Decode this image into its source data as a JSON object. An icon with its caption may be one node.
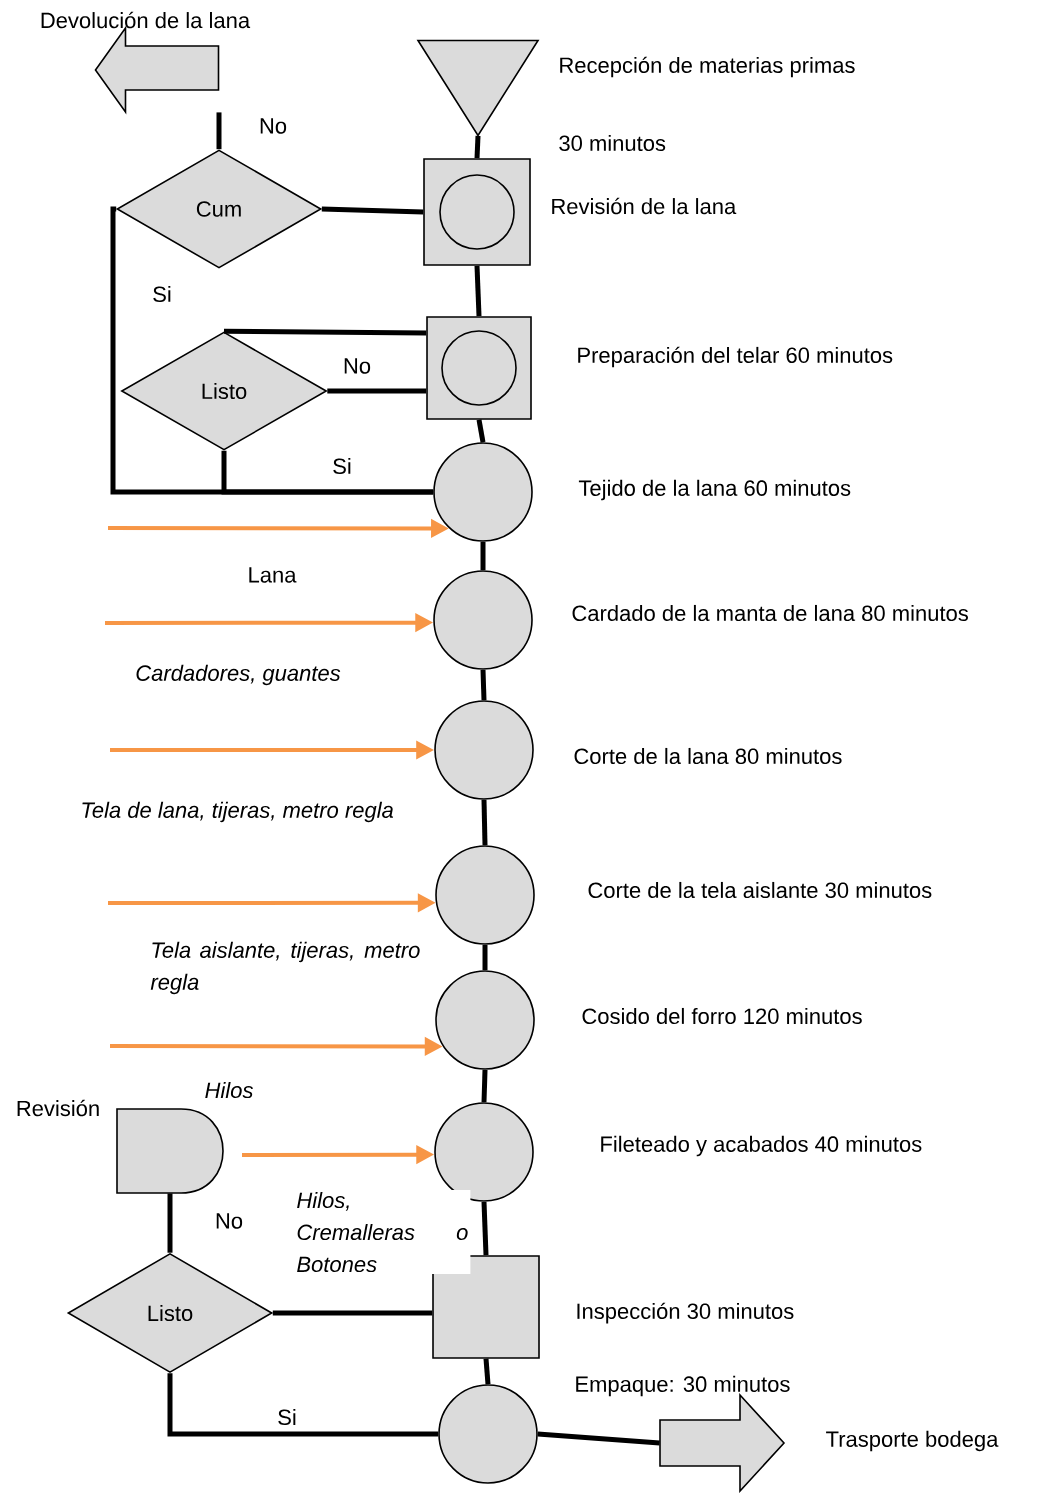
{
  "diagram": {
    "nodes": [
      {
        "text": [],
        "shape": "triangle",
        "beside": [
          "Recepción de materias primas",
          "30 minutos"
        ]
      },
      {
        "text": [],
        "shape": "box",
        "beside": [
          "Revisión de la lana"
        ]
      },
      {
        "text": [],
        "shape": "circle",
        "in": 1
      },
      {
        "text": [],
        "shape": "box",
        "beside": [
          "Preparación del telar 60 minutos"
        ]
      },
      {
        "text": [],
        "shape": "circle",
        "in": 3
      },
      {
        "text": [],
        "shape": "circle",
        "beside": [
          "Tejido de la lana 60 minutos"
        ]
      },
      {
        "text": [],
        "shape": "circle",
        "beside": [
          "Cardado de la manta de lana 80 minutos"
        ]
      },
      {
        "text": [],
        "shape": "circle",
        "beside": [
          "Corte de la lana 80 minutos"
        ]
      },
      {
        "text": [],
        "shape": "circle",
        "beside": [
          "Corte de la tela aislante 30 minutos"
        ]
      },
      {
        "text": [],
        "shape": "circle",
        "beside": [
          "Cosido del forro 120 minutos"
        ]
      },
      {
        "text": [],
        "shape": "circle",
        "beside": [
          "Fileteado y acabados 40 minutos"
        ]
      },
      {
        "text": [],
        "shape": "box",
        "beside": [
          "Inspección 30 minutos"
        ]
      },
      {
        "text": [],
        "shape": "circle"
      },
      {
        "text": [
          "Devolución de la lana"
        ]
      },
      {
        "text": [
          "Cum"
        ]
      },
      {
        "text": [
          "Listo"
        ]
      },
      {
        "text": [
          "Revisión"
        ]
      },
      {
        "text": [
          "Listo"
        ]
      },
      {
        "text": [
          "Trasporte bodega"
        ]
      }
    ],
    "edges": [
      {
        "from": 0,
        "to": 1,
        "arrow": "none"
      },
      {
        "from": 1,
        "to": 3,
        "arrow": "none"
      },
      {
        "from": 3,
        "to": 5,
        "arrow": "none"
      },
      {
        "from": 5,
        "to": 6,
        "arrow": "none"
      },
      {
        "from": 6,
        "to": 7,
        "arrow": "none"
      },
      {
        "from": 7,
        "to": 8,
        "arrow": "none"
      },
      {
        "from": 8,
        "to": 9,
        "arrow": "none"
      },
      {
        "from": 9,
        "to": 10,
        "arrow": "none"
      },
      {
        "from": 10,
        "to": 11,
        "arrow": "none"
      },
      {
        "from": 11,
        "to": 12,
        "arrow": "none"
      },
      {
        "from": 12,
        "to": 18,
        "arrow": "none"
      },
      {
        "from": 1,
        "to": 14,
        "arrow": "none"
      },
      {
        "from": 14,
        "to": 13,
        "arrow": "none",
        "label": "No"
      },
      {
        "from": 14,
        "to": 5,
        "arrow": "none",
        "label": "Si"
      },
      {
        "from": 3,
        "to": 15,
        "arrow": "none"
      },
      {
        "from": 15,
        "to": 3,
        "arrow": "none",
        "label": "No"
      },
      {
        "from": 15,
        "to": 5,
        "arrow": "none",
        "label": "Si"
      },
      {
        "from": 11,
        "to": 17,
        "arrow": "none"
      },
      {
        "from": 17,
        "to": 16,
        "arrow": "none",
        "label": "No"
      },
      {
        "from": 17,
        "to": 12,
        "arrow": "none",
        "label": "Si"
      },
      {
        "from": null,
        "to": 5,
        "arrow": "to",
        "color": "#f79646",
        "label": "Lana"
      },
      {
        "from": null,
        "to": 6,
        "arrow": "to",
        "color": "#f79646",
        "label": "Cardadores, guantes"
      },
      {
        "from": null,
        "to": 7,
        "arrow": "to",
        "color": "#f79646",
        "label": "Tela de lana, tijeras, metro regla"
      },
      {
        "from": null,
        "to": 8,
        "arrow": "to",
        "color": "#f79646",
        "label": "Tela aislante, tijeras, metro regla"
      },
      {
        "from": null,
        "to": 9,
        "arrow": "to",
        "color": "#f79646",
        "label": "Hilos"
      },
      {
        "from": null,
        "to": 10,
        "arrow": "to",
        "color": "#f79646",
        "label": "Hilos, Cremalleras o Botones"
      }
    ],
    "labels": [
      "Empaque: 30 minutos"
    ]
  }
}
